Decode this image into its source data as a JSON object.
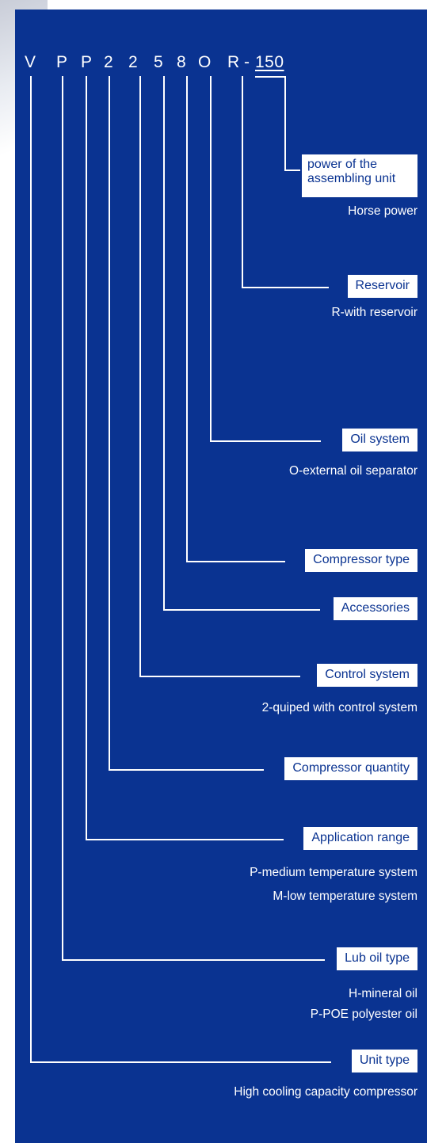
{
  "code": {
    "chars": [
      "V",
      "P",
      "P",
      "2",
      "2",
      "5",
      "8",
      "O",
      "R",
      "-",
      "150"
    ]
  },
  "labels": {
    "power": "power of the assembling unit",
    "reservoir": "Reservoir",
    "oil_system": "Oil system",
    "compressor_type": "Compressor type",
    "accessories": "Accessories",
    "control_system": "Control system",
    "compressor_quantity": "Compressor quantity",
    "application_range": "Application range",
    "lub_oil_type": "Lub oil type",
    "unit_type": "Unit type"
  },
  "descriptions": {
    "power": "Horse power",
    "reservoir": "R-with reservoir",
    "oil_system": "O-external oil separator",
    "control_system": "2-quiped with control system",
    "application_range_1": "P-medium temperature system",
    "application_range_2": "M-low temperature system",
    "lub_oil_type_1": "H-mineral oil",
    "lub_oil_type_2": "P-POE polyester oil",
    "unit_type": "High cooling capacity compressor"
  },
  "colors": {
    "panel": "#0a3391",
    "line": "#ffffff",
    "box_text": "#0a3391"
  }
}
